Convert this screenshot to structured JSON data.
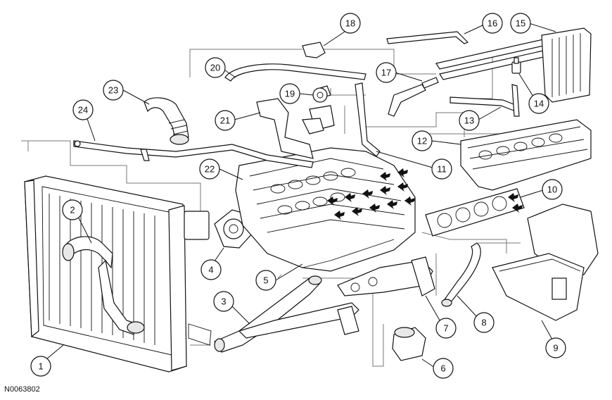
{
  "figure_id": "N0063802",
  "callouts": [
    "1",
    "2",
    "3",
    "4",
    "5",
    "6",
    "7",
    "8",
    "9",
    "10",
    "11",
    "12",
    "13",
    "14",
    "15",
    "16",
    "17",
    "18",
    "19",
    "20",
    "21",
    "22",
    "23",
    "24"
  ]
}
